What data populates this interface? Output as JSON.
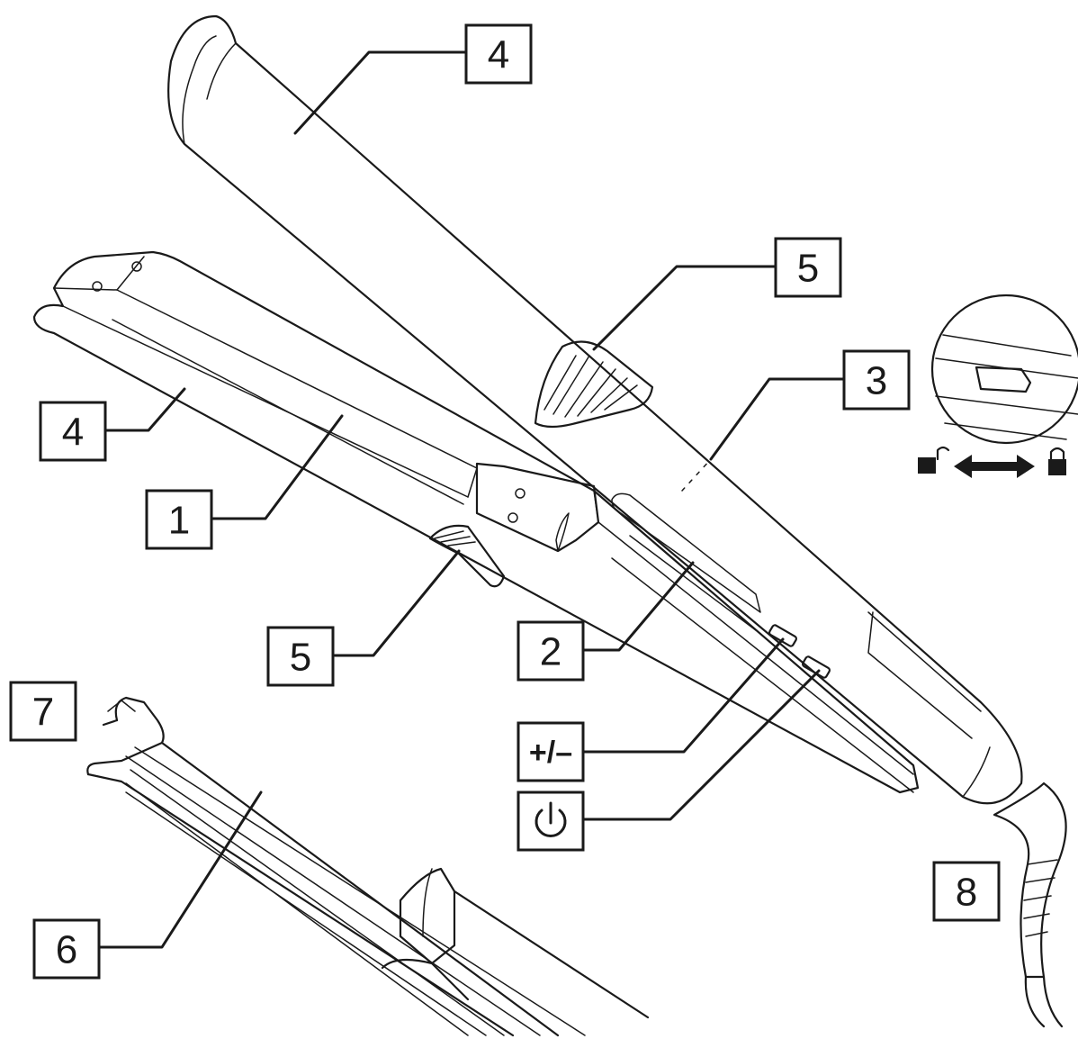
{
  "callouts": [
    {
      "id": "c4a",
      "label": "4"
    },
    {
      "id": "c5a",
      "label": "5"
    },
    {
      "id": "c3",
      "label": "3"
    },
    {
      "id": "c4b",
      "label": "4"
    },
    {
      "id": "c1",
      "label": "1"
    },
    {
      "id": "c5b",
      "label": "5"
    },
    {
      "id": "c2",
      "label": "2"
    },
    {
      "id": "c7",
      "label": "7"
    },
    {
      "id": "c6",
      "label": "6"
    },
    {
      "id": "c8",
      "label": "8"
    }
  ],
  "buttons": {
    "temp_label": "+/–",
    "power_icon": "power-icon"
  },
  "lock_inset": {
    "unlocked_icon": "unlocked-padlock-icon",
    "locked_icon": "locked-padlock-icon",
    "arrow_icon": "double-arrow-icon"
  }
}
